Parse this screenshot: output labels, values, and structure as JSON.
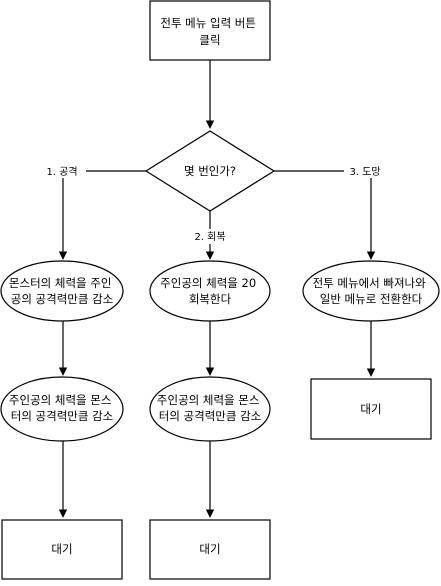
{
  "diagram": {
    "colors": {
      "stroke": "#000000",
      "fill": "#ffffff",
      "text": "#000000"
    },
    "nodes": {
      "start": {
        "lines": [
          "전투 메뉴 입력 버튼",
          "클릭"
        ]
      },
      "decision": {
        "lines": [
          "몇 번인가?"
        ]
      },
      "attack_step1": {
        "lines": [
          "몬스터의 체력을 주인",
          "공의 공격력만큼 감소"
        ]
      },
      "attack_step2": {
        "lines": [
          "주인공의 체력을 몬스",
          "터의 공격력만큼 감소"
        ]
      },
      "attack_wait": {
        "lines": [
          "대기"
        ]
      },
      "heal_step1": {
        "lines": [
          "주인공의 체력을 20",
          "회복한다"
        ]
      },
      "heal_step2": {
        "lines": [
          "주인공의 체력을 몬스",
          "터의 공격력만큼 감소"
        ]
      },
      "heal_wait": {
        "lines": [
          "대기"
        ]
      },
      "flee_step1": {
        "lines": [
          "전투 메뉴에서 빠져나와",
          "일반 메뉴로 전환한다"
        ]
      },
      "flee_wait": {
        "lines": [
          "대기"
        ]
      }
    },
    "edges": {
      "attack": {
        "label": "1. 공격"
      },
      "heal": {
        "label": "2. 회복"
      },
      "flee": {
        "label": "3. 도망"
      }
    }
  }
}
